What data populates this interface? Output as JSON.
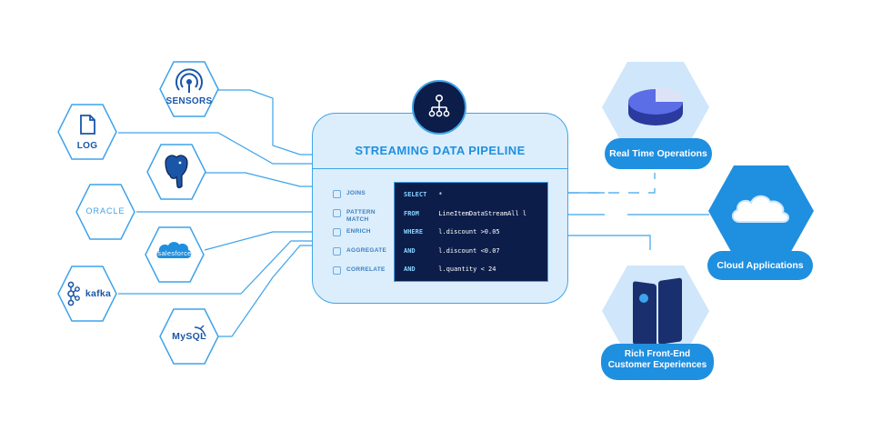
{
  "sources": {
    "sensors": "SENSORS",
    "log": "LOG",
    "oracle": "ORACLE",
    "salesforce": "salesforce",
    "kafka": "kafka",
    "mysql": "MySQL"
  },
  "pipeline": {
    "title": "STREAMING DATA PIPELINE",
    "operations": [
      "JOINS",
      "PATTERN MATCH",
      "ENRICH",
      "AGGREGATE",
      "CORRELATE"
    ],
    "query": [
      {
        "keyword": "SELECT",
        "text": "*"
      },
      {
        "keyword": "FROM",
        "text": "LineItemDataStreamAll l"
      },
      {
        "keyword": "WHERE",
        "text": "l.discount >0.05"
      },
      {
        "keyword": "AND",
        "text": "l.discount <0.07"
      },
      {
        "keyword": "AND",
        "text": "l.quantity < 24"
      }
    ]
  },
  "destinations": {
    "realtime": "Real Time Operations",
    "cloud": "Cloud Applications",
    "frontend_line1": "Rich Front-End",
    "frontend_line2": "Customer Experiences"
  },
  "colors": {
    "accent": "#1f8fe0",
    "line": "#3ea3ea",
    "navy": "#0c1d4a",
    "panel": "#dceefc"
  }
}
